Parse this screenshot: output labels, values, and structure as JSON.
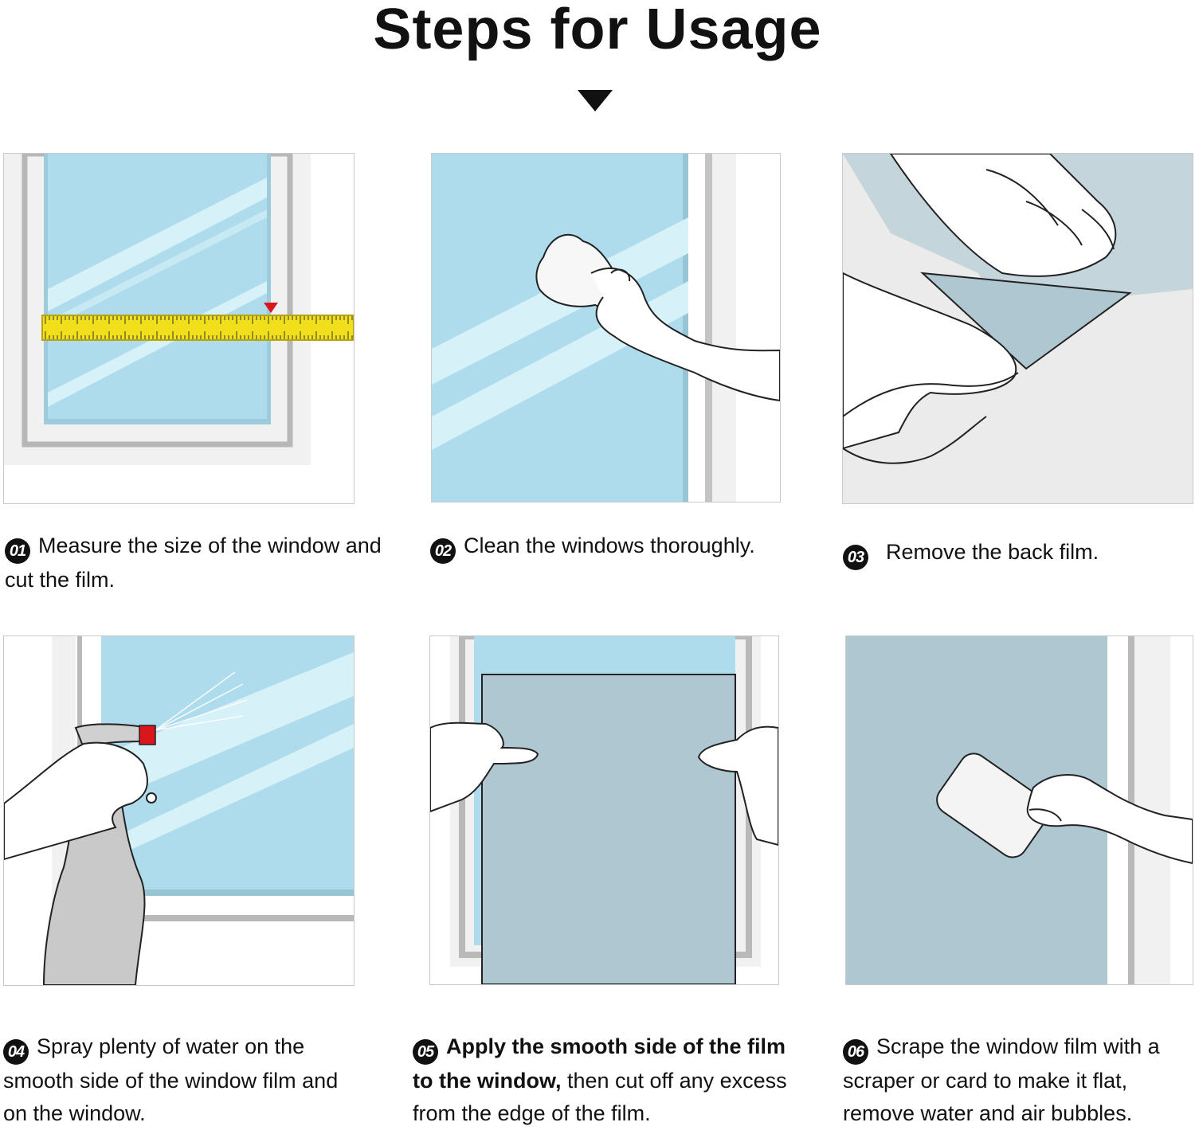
{
  "title": "Steps for Usage",
  "steps": [
    {
      "number": "01",
      "text": "Measure the size of the window and cut the film.",
      "image": "measuring-tape-window"
    },
    {
      "number": "02",
      "text": "Clean the windows thoroughly.",
      "image": "hand-cleaning-window"
    },
    {
      "number": "03",
      "text": "Remove the back film.",
      "image": "hands-peeling-film"
    },
    {
      "number": "04",
      "text": "Spray plenty of water on the smooth side of the window film and on the window.",
      "image": "spray-bottle-window"
    },
    {
      "number": "05",
      "bold_text": "Apply the smooth side of the film to the window,",
      "text": " then cut off any excess from the edge of the film.",
      "image": "hands-applying-film"
    },
    {
      "number": "06",
      "text": "Scrape the window film with a scraper or card to make it flat, remove water and air bubbles.",
      "image": "hand-scraping-card"
    }
  ],
  "colors": {
    "glass": "#aedced",
    "glass_highlight": "#d6f1f8",
    "film": "#afc7d1",
    "frame": "#b9b9b9",
    "tape": "#f2df1c",
    "accent_red": "#d9161b"
  }
}
